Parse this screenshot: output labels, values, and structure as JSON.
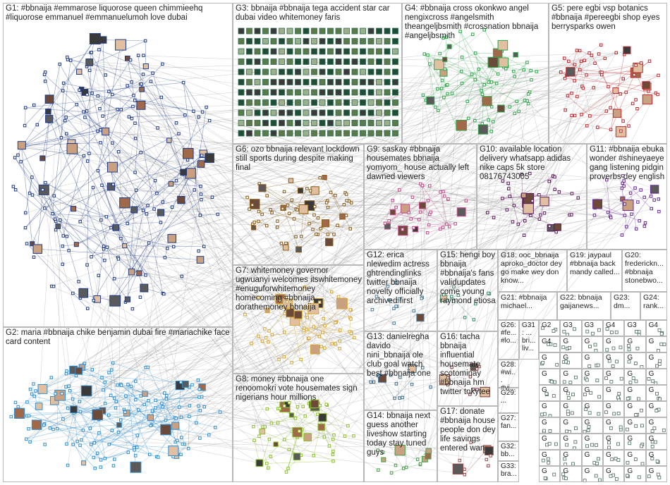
{
  "graph": {
    "groups": [
      {
        "id": "G1",
        "label": "G1: #bbnaija #emmarose liquorose queen chimmieehq #liquorose emmanuel #emmanuelumoh love dubai",
        "color": "#1f3b8a"
      },
      {
        "id": "G2",
        "label": "G2: maria #bbnaija chike benjamin dubai fire #mariachike face card content",
        "color": "#2d8fd6"
      },
      {
        "id": "G3",
        "label": "G3: bbnaija #bbnaija tega accident star car dubai video whitemoney faris",
        "color": "#2e6b4f"
      },
      {
        "id": "G4",
        "label": "G4: #bbnaija cross okonkwo angel nengixcross #angelsmith theangeljbsmith #crossnation bbnaija #angeljbsmith",
        "color": "#2da84a"
      },
      {
        "id": "G5",
        "label": "G5: pere egbi vsp botanics #bbnaija #pereegbi shop eyes berrysparks owen",
        "color": "#c0262c"
      },
      {
        "id": "G6",
        "label": "G6: ozo bbnaija relevant lockdown still sports during despite making final",
        "color": "#8a5a14"
      },
      {
        "id": "G7",
        "label": "G7: whitemoney governor ugwuanyi welcomes itswhitemoney #enuguforwhitemoney homecoming #bbnaija dorathemoney bbnaija",
        "color": "#d9a42a"
      },
      {
        "id": "G8",
        "label": "G8: money #bbnaija one renoomokri vote housemates sign nigerians hour millions",
        "color": "#8bbf2a"
      },
      {
        "id": "G9",
        "label": "G9: saskay #bbnaija housemates bbnaija yomyom_ house actually left dawned viewers",
        "color": "#c44a8a"
      },
      {
        "id": "G10",
        "label": "G10: available location delivery whatsapp adidas nike caps 5k store 08176743005",
        "color": "#5a1a5a"
      },
      {
        "id": "G11",
        "label": "G11: #bbnaija ebuka wonder #shineyaeye gang listening pidgin proverbs dey english",
        "color": "#6a2a9a"
      },
      {
        "id": "G12",
        "label": "G12: erica nlewedim actress ghtrendinglinks twitter bbnaija novelty officially archived first",
        "color": "#4a7a9a"
      },
      {
        "id": "G13",
        "label": "G13: danielregha davido nini_bbnaija ole club goal watch best #bbnaija one",
        "color": "#3a6a8a"
      },
      {
        "id": "G14",
        "label": "G14: bbnaija next guess another liveshow starting today stay tuned guys",
        "color": "#4a9a4a"
      },
      {
        "id": "G15",
        "label": "G15: hengi boy bbnaija #bbnaija's fans validupdates come young raymond etiosa",
        "color": "#3a8a6a"
      },
      {
        "id": "G16",
        "label": "G16: tacha bbnaija influential housemate scotominay #bbnaija hm twitter tnkytee",
        "color": "#7a3a3a"
      },
      {
        "id": "G17",
        "label": "G17: donate #bbnaija house people don dey life savings entered wan",
        "color": "#9a4a4a"
      },
      {
        "id": "G18",
        "label": "G18: ooc_bbnaija aproko_doctor dey go make wey don know...",
        "color": "#5a5a9a"
      },
      {
        "id": "G19",
        "label": "G19: jaypaul #bbnaija back mandy called...",
        "color": "#7a7a2a"
      },
      {
        "id": "G20",
        "label": "G20: frederickn... #bbnaija stonebwo...",
        "color": "#9a7a2a"
      },
      {
        "id": "G21",
        "label": "G21: #bbnaija michael...",
        "color": "#4a4a4a"
      },
      {
        "id": "G22",
        "label": "G22: bbnaija gaijanews...",
        "color": "#4a4a4a"
      },
      {
        "id": "G23",
        "label": "G23: dm...",
        "color": "#4a4a4a"
      },
      {
        "id": "G24",
        "label": "G24: rank...",
        "color": "#4a4a4a"
      },
      {
        "id": "G26",
        "label": "G26: #fe... #lo...",
        "color": "#4a4a4a"
      },
      {
        "id": "G28",
        "label": "G28: #wi... #vi...",
        "color": "#4a4a4a"
      },
      {
        "id": "G29",
        "label": "G29: ...",
        "color": "#4a4a4a"
      },
      {
        "id": "G31",
        "label": "G31: ... bri... liv...",
        "color": "#4a4a4a"
      },
      {
        "id": "G27",
        "label": "G27: fan...",
        "color": "#4a4a4a"
      },
      {
        "id": "G32",
        "label": "G32: bb...",
        "color": "#4a4a4a"
      },
      {
        "id": "G33",
        "label": "G33: bra...",
        "color": "#4a4a4a"
      }
    ],
    "small_cell_labels": [
      "G2",
      "G3",
      "G3",
      "G4",
      "G3",
      "G4",
      "G4",
      "G",
      "G",
      "G",
      "G",
      "G",
      "G"
    ]
  }
}
